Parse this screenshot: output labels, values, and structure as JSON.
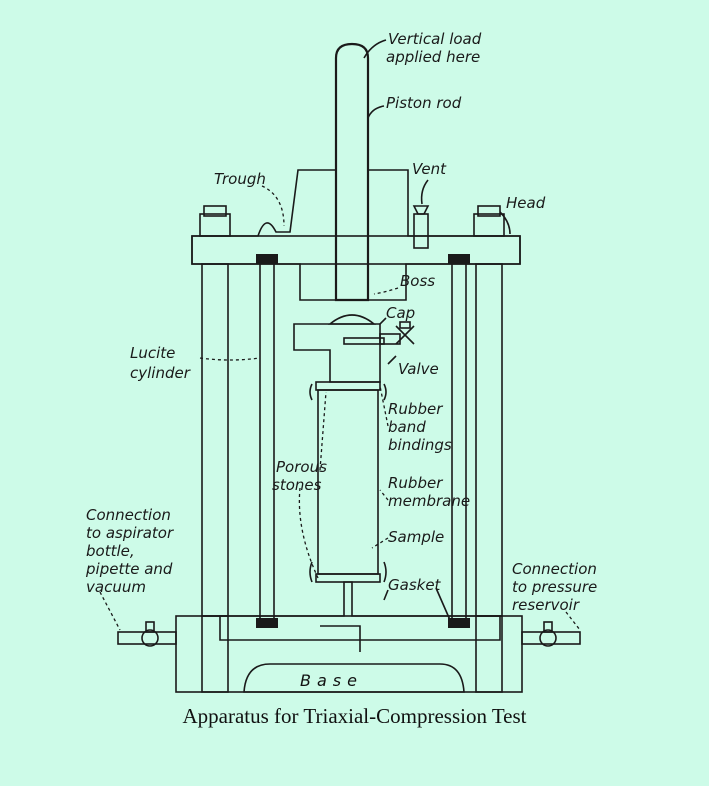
{
  "title": "Apparatus for Triaxial-Compression Test",
  "labels": {
    "vertical_load": [
      "Vertical load",
      "applied here"
    ],
    "piston_rod": "Piston rod",
    "trough": "Trough",
    "vent": "Vent",
    "head": "Head",
    "boss": "Boss",
    "cap": "Cap",
    "valve": "Valve",
    "lucite": [
      "Lucite",
      "cylinder"
    ],
    "rubber_band": [
      "Rubber",
      "band",
      "bindings"
    ],
    "porous": [
      "Porous",
      "stones"
    ],
    "rubber_membrane": [
      "Rubber",
      "membrane"
    ],
    "sample": "Sample",
    "gasket": "Gasket",
    "conn_left": [
      "Connection",
      "to aspirator",
      "bottle,",
      "pipette and",
      "vacuum"
    ],
    "conn_right": [
      "Connection",
      "to pressure",
      "reservoir"
    ],
    "base": "Base"
  },
  "colors": {
    "background": "#cdfbe8",
    "ink": "#1a1a1a"
  }
}
